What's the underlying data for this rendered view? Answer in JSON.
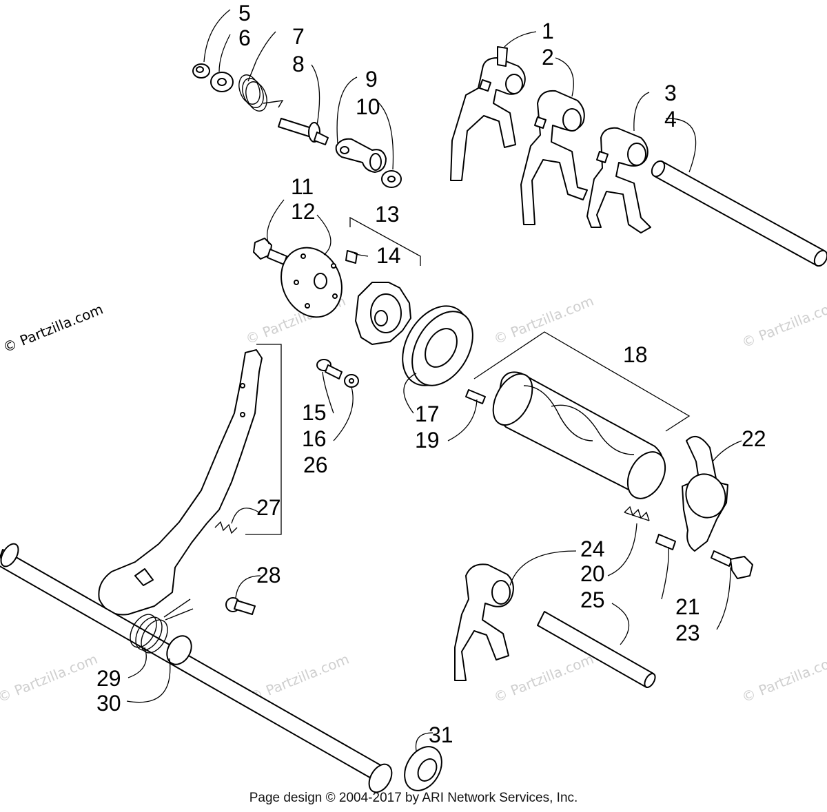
{
  "watermarks": {
    "main": "© Partzilla.com",
    "faint": "© Partzilla.com"
  },
  "footer": "Page design © 2004-2017 by ARI Network Services, Inc.",
  "callouts": {
    "c1": "1",
    "c2": "2",
    "c3": "3",
    "c4": "4",
    "c5": "5",
    "c6": "6",
    "c7": "7",
    "c8": "8",
    "c9": "9",
    "c10": "10",
    "c11": "11",
    "c12": "12",
    "c13": "13",
    "c14": "14",
    "c15": "15",
    "c16": "16",
    "c17": "17",
    "c18": "18",
    "c19": "19",
    "c20": "20",
    "c21": "21",
    "c22": "22",
    "c23": "23",
    "c24": "24",
    "c25": "25",
    "c26": "26",
    "c27": "27",
    "c28": "28",
    "c29": "29",
    "c30": "30",
    "c31": "31"
  },
  "colors": {
    "ink": "#000000",
    "watermark": "#cfcfcf",
    "background": "#ffffff"
  }
}
